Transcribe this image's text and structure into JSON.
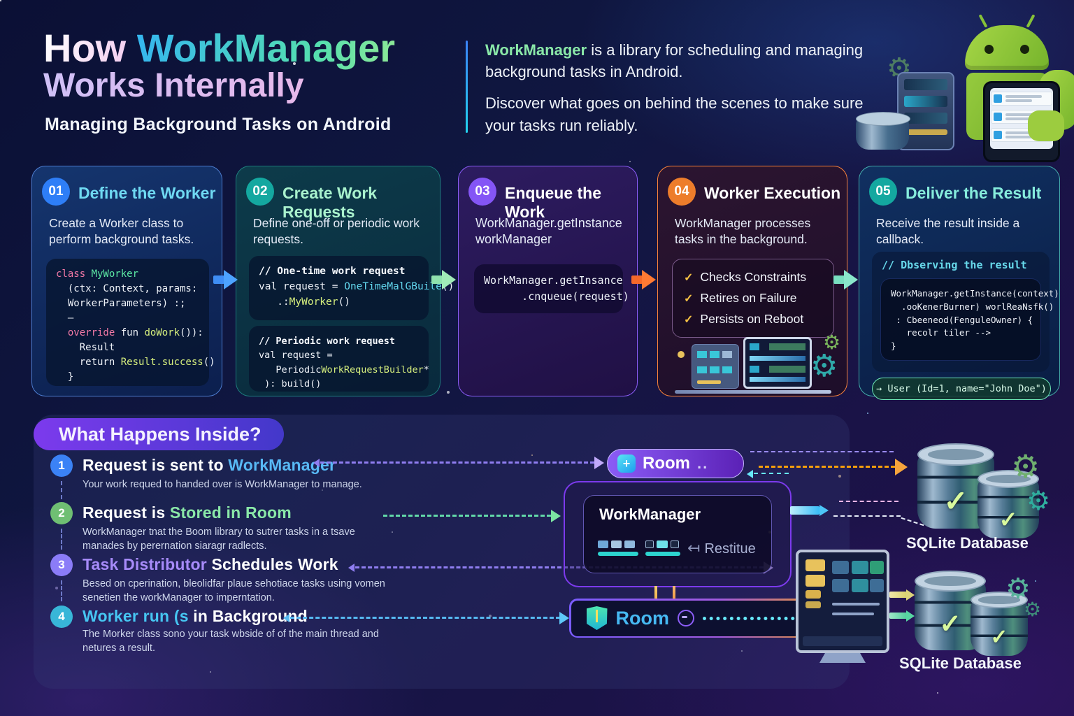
{
  "icons": {
    "gear": "⚙",
    "check": "✓",
    "plus": "+",
    "arrow_from_bar": "↤"
  },
  "header": {
    "title_word1": "How ",
    "title_word2": "WorkManager",
    "title_line2": "Works Internally",
    "subtitle": "Managing Background Tasks on Android",
    "intro_p1": [
      [
        "WorkManager",
        "green"
      ],
      [
        " is a library for scheduling and managing background tasks in Android.",
        "w"
      ]
    ],
    "intro_p2": "Discover what goes on behind the scenes to make sure your tasks run reliably."
  },
  "cards": [
    {
      "number": "01",
      "title": "Define the Worker",
      "description": "Create a Worker class to perform background tasks.",
      "code": [
        [
          [
            "class ",
            "kw"
          ],
          [
            "MyWorker",
            "cls"
          ]
        ],
        [
          [
            "  (ctx: Context, params:",
            "w"
          ]
        ],
        [
          [
            "  WorkerParameters) :;",
            "w"
          ]
        ],
        [
          [
            "  –",
            "w"
          ]
        ],
        [
          [
            "  ",
            "w"
          ],
          [
            "override ",
            "kw"
          ],
          [
            "fun ",
            "w"
          ],
          [
            "doWork",
            "fn"
          ],
          [
            "()):",
            "w"
          ]
        ],
        [
          [
            "    Result",
            "w"
          ]
        ],
        [
          [
            "    return ",
            "w"
          ],
          [
            "Result.success",
            "fn"
          ],
          [
            "()",
            "w"
          ]
        ],
        [
          [
            "  }",
            "w"
          ]
        ]
      ]
    },
    {
      "number": "02",
      "title": "Create Work Requests",
      "description": "Define one-off or periodic work requests.",
      "code1": [
        [
          [
            "// One-time work request",
            "comment"
          ]
        ],
        [
          [
            "val request = ",
            "w"
          ],
          [
            "OneTimeMalGBuile",
            "cyan"
          ],
          [
            "()",
            "w"
          ]
        ],
        [
          [
            "   .:",
            "w"
          ],
          [
            "MyWorker",
            "fn"
          ],
          [
            "()",
            "w"
          ]
        ]
      ],
      "code2": [
        [
          [
            "// Periodic work request",
            "comment"
          ]
        ],
        [
          [
            "val request =",
            "w"
          ]
        ],
        [
          [
            "   Periodic",
            "w"
          ],
          [
            "WorkRequestBuilder",
            "fn"
          ],
          [
            "*",
            "w"
          ]
        ],
        [
          [
            " ): build()",
            "w"
          ]
        ]
      ]
    },
    {
      "number": "03",
      "title": "Enqueue the Work",
      "description": "WorkManager.getInstance\nworkManager",
      "code": [
        [
          [
            "WorkManager.getInsance",
            "w"
          ]
        ],
        [
          [
            "      .cnqueue(request)",
            "w"
          ]
        ]
      ]
    },
    {
      "number": "04",
      "title": "Worker Execution",
      "description": "WorkManager processes tasks in the background.",
      "checklist": [
        "Checks Constraints",
        "Retires on Failure",
        "Persists on Reboot"
      ]
    },
    {
      "number": "05",
      "title": "Deliver the Result",
      "description": "Receive the result inside a callback.",
      "comment": "// Dbserving the result",
      "code": [
        [
          [
            "WorkManager.getInstance(context)",
            "w"
          ]
        ],
        [
          [
            "  .ooKenerBurner) worlReaNsfk()",
            "w"
          ]
        ],
        [
          [
            " : Cbeeneod(FenguleOwner) {",
            "w"
          ]
        ],
        [
          [
            "   recolr tiler -->",
            "w"
          ]
        ],
        [
          [
            "}",
            "w"
          ]
        ]
      ],
      "result_pill": "→ User (Id=1, name=\"John Doe\")"
    }
  ],
  "inside": {
    "heading": "What Happens Inside?",
    "items": [
      {
        "num": "1",
        "title": [
          [
            "Request is sent to ",
            "wb"
          ],
          [
            "WorkManager",
            "blue"
          ]
        ],
        "desc": "Your work requed to handed over is WorkManager to manage."
      },
      {
        "num": "2",
        "title": [
          [
            "Request is ",
            "wb"
          ],
          [
            "Stored in Room",
            "green"
          ]
        ],
        "desc": "WorkManager tnat the Boom library to sutrer tasks in a tsave manades by perernation siaragr radlects."
      },
      {
        "num": "3",
        "title": [
          [
            "Task Distributor",
            "purple"
          ],
          [
            " Schedules ",
            "wb"
          ],
          [
            "Work",
            "wb"
          ]
        ],
        "desc": "Besed on cperination, bleolidfar plaue sehotiace tasks using vomen senetien the workManager to imperntation."
      },
      {
        "num": "4",
        "title": [
          [
            "Worker run (s",
            "cyanb"
          ],
          [
            " in ",
            "wb"
          ],
          [
            "Background",
            "wb"
          ]
        ],
        "desc": "The Morker class sono your task wbside of of the main thread and netures a result."
      }
    ]
  },
  "diagram": {
    "room_badge_label": "Room",
    "room_badge_dots": "..",
    "wm_box_title": "WorkManager",
    "restitue": "Restitue",
    "room_bar_label": "Room",
    "sqlite_label_top": "SQLite Database",
    "sqlite_label_bottom": "SQLite Database"
  }
}
